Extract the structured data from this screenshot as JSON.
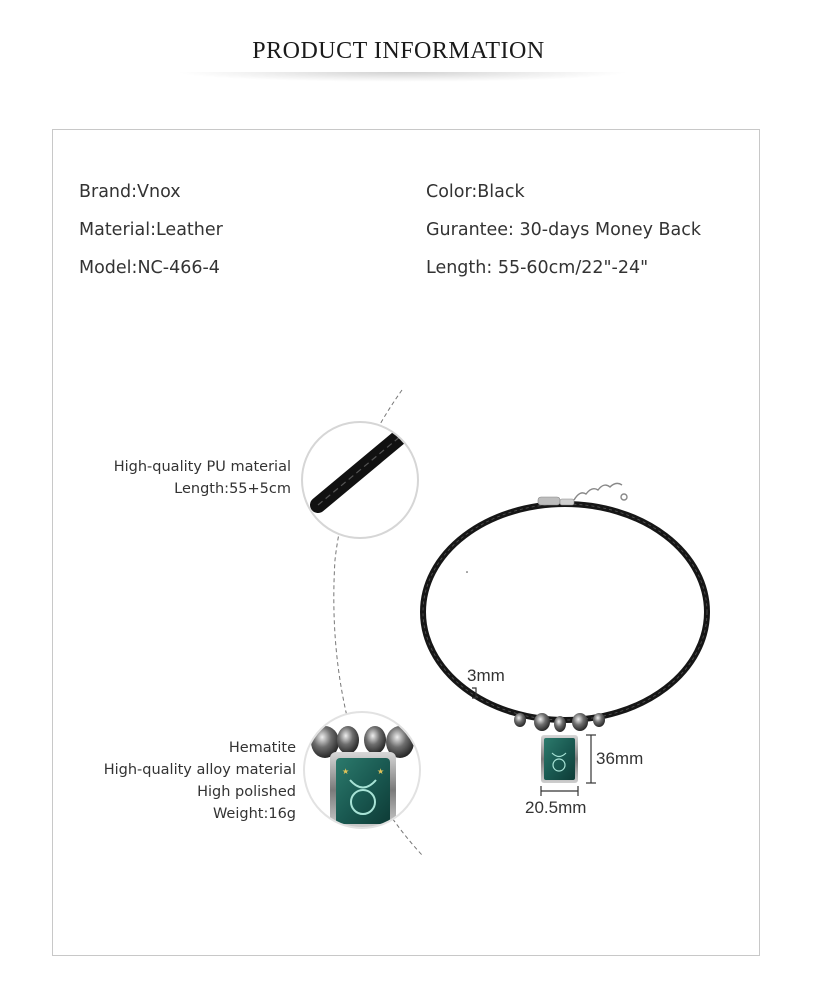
{
  "header": {
    "title": "PRODUCT INFORMATION"
  },
  "specs": {
    "left": [
      "Brand:Vnox",
      "Material:Leather",
      "Model:NC-466-4"
    ],
    "right": [
      "Color:Black",
      "Gurantee: 30-days Money Back",
      "Length: 55-60cm/22\"-24\""
    ]
  },
  "callouts": {
    "cord": [
      "High-quality PU material",
      "Length:55+5cm"
    ],
    "pendant": [
      "Hematite",
      "High-quality alloy material",
      "High polished",
      "Weight:16g"
    ]
  },
  "dimensions": {
    "thickness": "3mm",
    "height": "36mm",
    "width": "20.5mm"
  },
  "colors": {
    "pendant_face": "#1f5f55",
    "cord": "#1b1b1b",
    "frame": "#c8c8c8"
  }
}
